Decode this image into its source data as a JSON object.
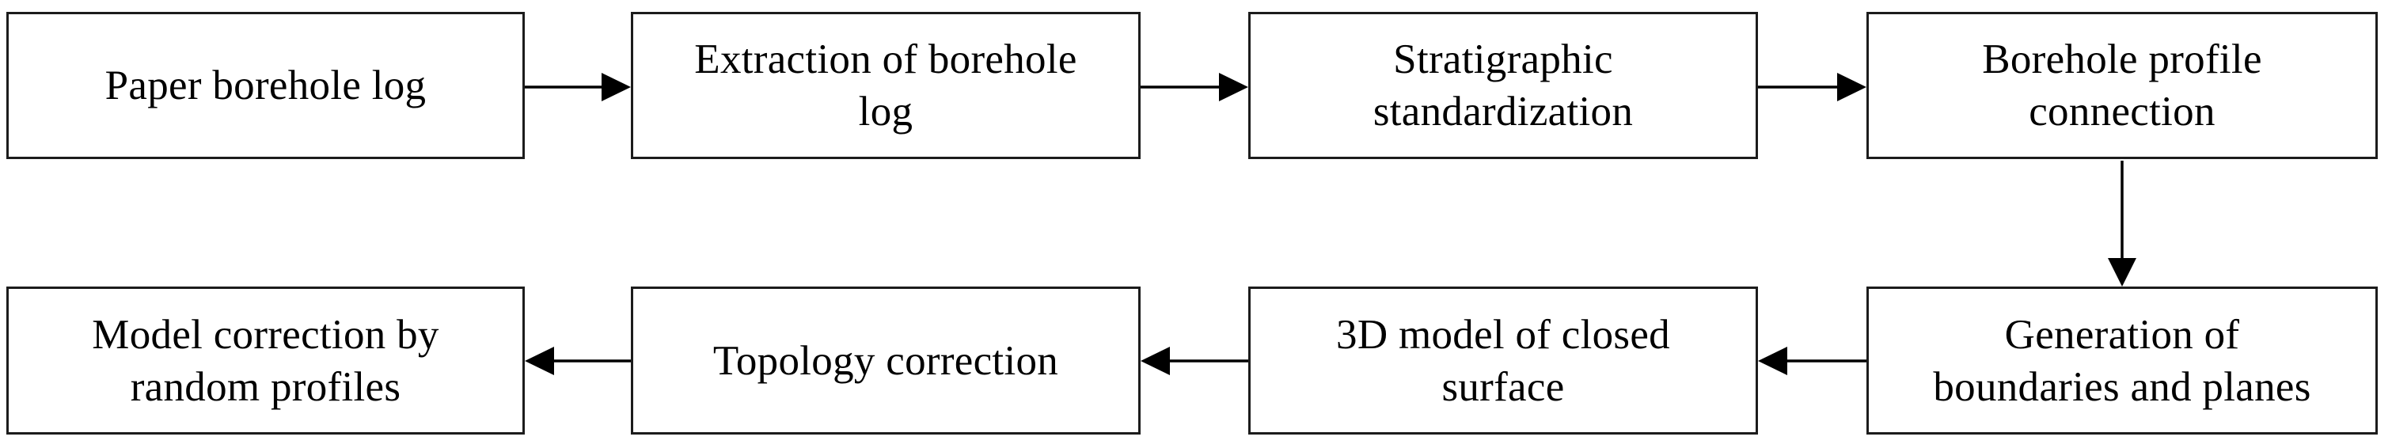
{
  "diagram": {
    "type": "flowchart",
    "background_color": "#ffffff",
    "box_border_color": "#1c1c1c",
    "arrow_color": "#000000",
    "text_color": "#000000",
    "nodes": [
      {
        "id": "paper-borehole-log",
        "label": "Paper borehole log",
        "lines": [
          "Paper borehole log"
        ]
      },
      {
        "id": "extraction-of-borehole-log",
        "label": "Extraction of borehole log",
        "lines": [
          "Extraction of borehole",
          "log"
        ]
      },
      {
        "id": "stratigraphic-standardization",
        "label": "Stratigraphic standardization",
        "lines": [
          "Stratigraphic",
          "standardization"
        ]
      },
      {
        "id": "borehole-profile-connection",
        "label": "Borehole profile connection",
        "lines": [
          "Borehole profile",
          "connection"
        ]
      },
      {
        "id": "generation-of-boundaries-and-planes",
        "label": "Generation of boundaries and planes",
        "lines": [
          "Generation of",
          "boundaries and planes"
        ]
      },
      {
        "id": "3d-model-of-closed-surface",
        "label": "3D model of closed surface",
        "lines": [
          "3D model of closed",
          "surface"
        ]
      },
      {
        "id": "topology-correction",
        "label": "Topology correction",
        "lines": [
          "Topology correction"
        ]
      },
      {
        "id": "model-correction-by-random-profiles",
        "label": "Model correction by random profiles",
        "lines": [
          "Model correction by",
          "random profiles"
        ]
      }
    ],
    "edges": [
      {
        "from": "Paper borehole log",
        "to": "Extraction of borehole log",
        "direction": "right"
      },
      {
        "from": "Extraction of borehole log",
        "to": "Stratigraphic standardization",
        "direction": "right"
      },
      {
        "from": "Stratigraphic standardization",
        "to": "Borehole profile connection",
        "direction": "right"
      },
      {
        "from": "Borehole profile connection",
        "to": "Generation of boundaries and planes",
        "direction": "down"
      },
      {
        "from": "Generation of boundaries and planes",
        "to": "3D model of closed surface",
        "direction": "left"
      },
      {
        "from": "3D model of closed surface",
        "to": "Topology correction",
        "direction": "left"
      },
      {
        "from": "Topology correction",
        "to": "Model correction by random profiles",
        "direction": "left"
      }
    ]
  }
}
